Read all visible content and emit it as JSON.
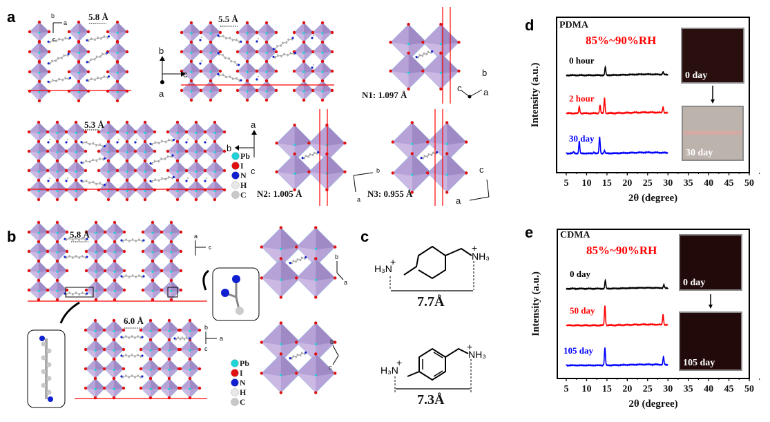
{
  "panel_labels": {
    "a": "a",
    "b": "b",
    "c": "c",
    "d": "d",
    "e": "e"
  },
  "panel_a": {
    "dist_1": "5.8 Å",
    "dist_2": "5.5 Å",
    "dist_3": "5.3 Å",
    "n1": "N1: 1.097 Å",
    "n2": "N2: 1.005 Å",
    "n3": "N3: 0.955 Å",
    "axes_1": {
      "x": "a",
      "y": "b",
      "z": "c"
    },
    "axes_2": {
      "x": "c",
      "y": "b",
      "z": "a"
    },
    "axes_3": {
      "x": "b",
      "y": "a",
      "z": "c"
    },
    "axes_4": {
      "x": "a",
      "y": "b",
      "z": "c"
    },
    "axes_5": {
      "x": "b",
      "y": "a"
    },
    "axes_6": {
      "x": "c",
      "y": "a"
    }
  },
  "panel_b": {
    "dist_1": "5.8 Å",
    "dist_2": "6.0 Å",
    "axes_1": {
      "x": "c",
      "y": "a"
    },
    "axes_2": {
      "x": "a",
      "y": "b",
      "z": "c"
    },
    "axes_3": {
      "x": "b",
      "y": "a"
    },
    "axes_4": {
      "x": "b",
      "y": "c"
    }
  },
  "legend": [
    {
      "label": "Pb",
      "color": "#1fd3d8"
    },
    {
      "label": "I",
      "color": "#e01010"
    },
    {
      "label": "N",
      "color": "#1020d0"
    },
    {
      "label": "H",
      "color": "#e8e8e8"
    },
    {
      "label": "C",
      "color": "#c8c8c8"
    }
  ],
  "legend_b": [
    {
      "label": "Pb",
      "color": "#1fd3d8"
    },
    {
      "label": "I",
      "color": "#e01010"
    },
    {
      "label": "N",
      "color": "#1020d0"
    },
    {
      "label": "H",
      "color": "#e8e8e8"
    },
    {
      "label": "C",
      "color": "#c8c8c8"
    }
  ],
  "panel_c": {
    "mol_1": {
      "left": "H₃N",
      "right": "NH₃",
      "charge": "+",
      "length": "7.7Å"
    },
    "mol_2": {
      "left": "H₃N",
      "right": "NH₃",
      "charge": "+",
      "length": "7.3Å"
    }
  },
  "chart_data": [
    {
      "type": "line",
      "title": "PDMA",
      "annotation": "85%~90%RH",
      "xlabel": "2θ (degree)",
      "ylabel": "Intensity (a.u.)",
      "xlim": [
        5,
        50
      ],
      "ylim": [
        0,
        100
      ],
      "xticks": [
        5,
        10,
        15,
        20,
        25,
        30,
        35,
        40,
        45,
        50
      ],
      "x_range_data": [
        5,
        30
      ],
      "series": [
        {
          "name": "0 hour",
          "color": "#000000",
          "offset": 62.7,
          "peaks": [
            {
              "x": 14.6,
              "h": 5.3
            },
            {
              "x": 28.8,
              "h": 1.8
            }
          ]
        },
        {
          "name": "2 hour",
          "color": "#ff0000",
          "offset": 38.2,
          "peaks": [
            {
              "x": 8.2,
              "h": 4.4
            },
            {
              "x": 13.3,
              "h": 5.3
            },
            {
              "x": 14.4,
              "h": 9.8
            },
            {
              "x": 28.8,
              "h": 3.6
            }
          ]
        },
        {
          "name": "30 day",
          "color": "#0000ff",
          "offset": 12.4,
          "peaks": [
            {
              "x": 6.8,
              "h": 1.0
            },
            {
              "x": 8.2,
              "h": 8.0
            },
            {
              "x": 11.8,
              "h": 0.8
            },
            {
              "x": 13.2,
              "h": 10.7
            },
            {
              "x": 14.4,
              "h": 1.8
            }
          ]
        }
      ],
      "photos": [
        {
          "label": "0 day",
          "color": "#2a0f0f"
        },
        {
          "label": "30 day",
          "color": "#bdb3ad"
        }
      ]
    },
    {
      "type": "line",
      "title": "CDMA",
      "annotation": "85%~90%RH",
      "xlabel": "2θ (degree)",
      "ylabel": "Intensity (a.u.)",
      "xlim": [
        5,
        50
      ],
      "ylim": [
        0,
        100
      ],
      "xticks": [
        5,
        10,
        15,
        20,
        25,
        30,
        35,
        40,
        45,
        50
      ],
      "x_range_data": [
        5,
        30
      ],
      "series": [
        {
          "name": "0 day",
          "color": "#000000",
          "offset": 60.2,
          "peaks": [
            {
              "x": 14.6,
              "h": 5.6
            },
            {
              "x": 29.0,
              "h": 2.3
            }
          ]
        },
        {
          "name": "50 day",
          "color": "#ff0000",
          "offset": 35.6,
          "peaks": [
            {
              "x": 14.5,
              "h": 13.4
            },
            {
              "x": 28.8,
              "h": 6.9
            }
          ]
        },
        {
          "name": "105 day",
          "color": "#0000ff",
          "offset": 8.8,
          "peaks": [
            {
              "x": 14.5,
              "h": 12.0
            },
            {
              "x": 28.9,
              "h": 5.6
            }
          ]
        }
      ],
      "photos": [
        {
          "label": "0 day",
          "color": "#220a0a"
        },
        {
          "label": "105 day",
          "color": "#220a0a"
        }
      ]
    }
  ]
}
